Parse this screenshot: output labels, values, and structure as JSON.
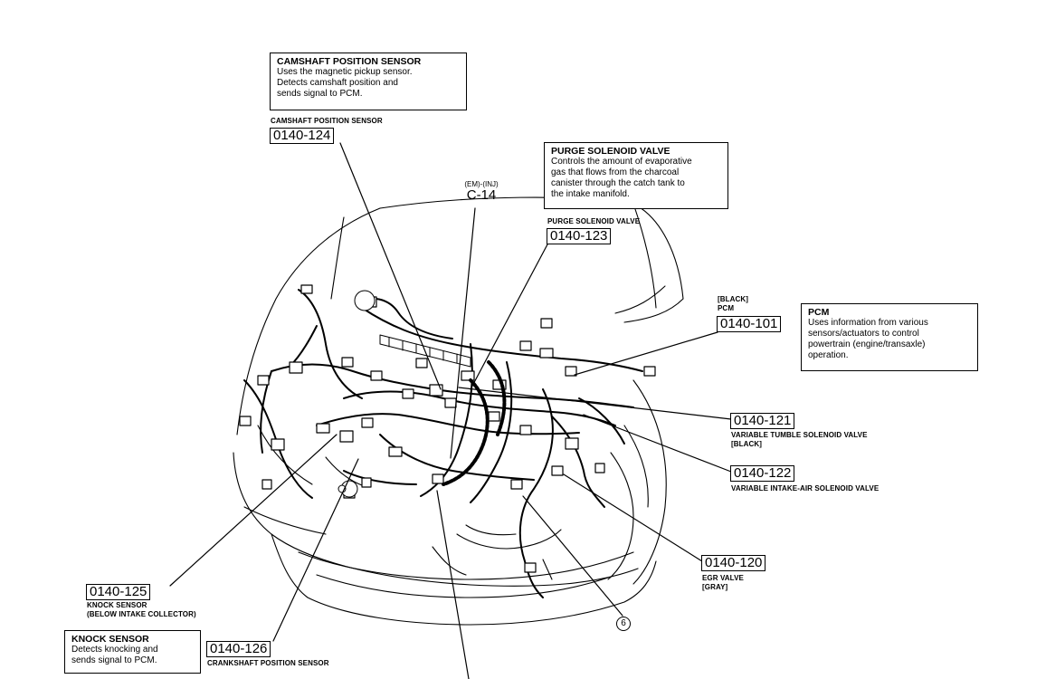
{
  "camshaft": {
    "box_title": "CAMSHAFT POSITION SENSOR",
    "box_desc": "Uses the magnetic pickup sensor.\nDetects camshaft position and\nsends signal to PCM.",
    "label": "CAMSHAFT POSITION SENSOR",
    "code": "0140-124"
  },
  "purge": {
    "box_title": "PURGE SOLENOID VALVE",
    "box_desc": "Controls the amount of evaporative\ngas that flows from the charcoal\ncanister through the catch tank to\nthe intake manifold.",
    "label": "PURGE SOLENOID VALVE",
    "code": "0140-123"
  },
  "connector": {
    "small": "(EM)-(INJ)",
    "big": "C-14"
  },
  "pcm": {
    "box_title": "PCM",
    "box_desc": "Uses information from various\nsensors/actuators to control\npowertrain (engine/transaxle)\noperation.",
    "label": "[BLACK]\nPCM",
    "code": "0140-101"
  },
  "tumble": {
    "code": "0140-121",
    "label": "VARIABLE TUMBLE SOLENOID VALVE\n[BLACK]"
  },
  "intake_air": {
    "code": "0140-122",
    "label": "VARIABLE INTAKE-AIR SOLENOID VALVE"
  },
  "egr": {
    "code": "0140-120",
    "label": "EGR VALVE\n[GRAY]"
  },
  "callout6": "6",
  "knock": {
    "code": "0140-125",
    "label": "KNOCK SENSOR\n(BELOW INTAKE COLLECTOR)",
    "box_title": "KNOCK SENSOR",
    "box_desc": "Detects knocking and\nsends signal to PCM."
  },
  "crank": {
    "code": "0140-126",
    "label": "CRANKSHAFT POSITION SENSOR"
  }
}
